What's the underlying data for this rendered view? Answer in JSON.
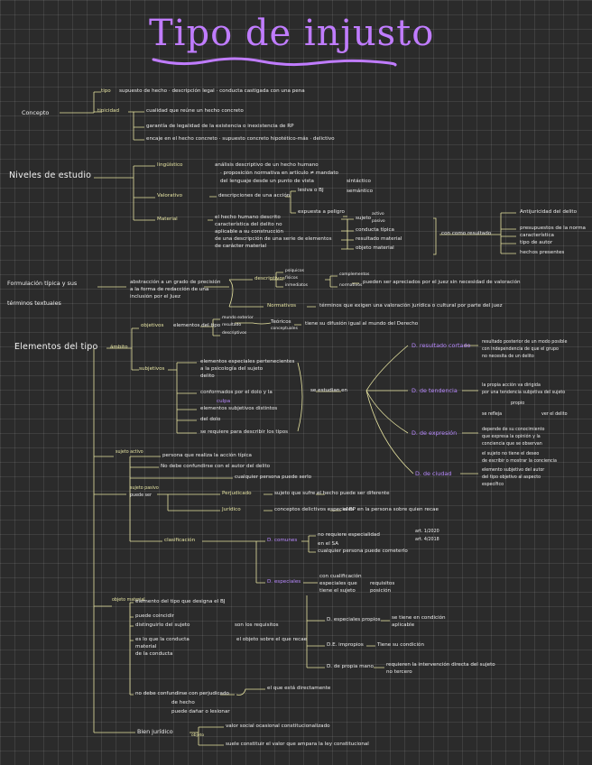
{
  "title": "Tipo de injusto",
  "concepto": {
    "label": "Concepto",
    "tipo": "tipo",
    "tipo_text": "supuesto de hecho · descripción legal · conducta castigada con una pena",
    "tipicidad": "tipicidad",
    "tip_1": "cualidad que reúne un hecho concreto",
    "tip_2": "garantía de legalidad de la existencia o inexistencia de RP",
    "tip_3": "encaje en el hecho concreto · supuesto concreto hipotético-más · delictivo"
  },
  "niveles": {
    "label": "Niveles de estudio",
    "lingu": "lingüístico",
    "lingu_1": "análisis descriptivo de un hecho humano",
    "lingu_2": "· proposición normativa en artículo ≠ mandato",
    "lingu_3": "del lenguaje desde un punto de vista",
    "sintactico": "sintáctico",
    "semantico": "semántico",
    "valorativo": "Valorativo",
    "val_1": "descripciones de una acción",
    "lesiva": "lesiva o BJ",
    "expuesta": "expuesta a peligro",
    "material": "Material",
    "mat_1": "el hecho humano descrito",
    "mat_2": "característica del delito no",
    "mat_3": "aplicable a su construcción",
    "mat_4": "de una descripción de una serie de elementos",
    "mat_5": "de carácter material",
    "sujeto": "sujeto",
    "conducta": "conducta típica",
    "resultado": "resultado material",
    "objeto": "objeto material",
    "sub_a": "activo",
    "sub_b": "pasivo",
    "con_como": "con como resultado",
    "r1": "Antijuricidad del delito",
    "r2": "presupuestos de la norma",
    "r3": "característica",
    "r4": "tipo de autor",
    "r5": "hechos presentes"
  },
  "formulacion": {
    "label_1": "Formulación típica y sus",
    "label_2": "términos textuales",
    "text_1": "abstracción a un grado de precisión",
    "text_2": "a la forma de redacción de una",
    "text_3": "inclusión por el Juez",
    "desc": "descriptivos",
    "desc_a": "psíquicos",
    "desc_b": "físicos",
    "desc_c": "inmediatos",
    "desc_d": "complementos",
    "desc_e": "normativos",
    "desc_text": "pueden ser apreciados por el juez sin necesidad de valoración",
    "norm": "Normativos",
    "norm_text": "términos que exigen una valoración jurídica o cultural por parte del juez"
  },
  "elementos": {
    "label": "Elementos del tipo",
    "ambito": "ámbito",
    "objetivos": "objetivos",
    "obj_sub": "elementos del tipo",
    "obj_a": "mundo exterior",
    "obj_b": "resultado",
    "obj_c": "descriptivos",
    "teoricos": "Teóricos",
    "conceptuales": "conceptuales",
    "teo_text": "tiene su difusión igual al mundo del Derecho",
    "subjetivos": "subjetivos",
    "sub_1": "elementos especiales pertenecientes",
    "sub_2": "a la psicología del sujeto",
    "sub_3": "delito",
    "sub_4": "conformados por el dolo y la",
    "sub_5": "culpa",
    "sub_6": "elementos subjetivos distintos",
    "sub_7": "del dolo",
    "sub_8": "se requiere para describir los tipos",
    "se_estudian": "se estudian en",
    "d1": "D. resultado cortado",
    "d1_text_1": "resultado posterior de un modo posible",
    "d1_text_2": "con independencia de que el grupo",
    "d1_text_3": "no necesita de un delito",
    "d2": "D. de tendencia",
    "d2_text_1": "la propia acción va dirigida",
    "d2_text_2": "por una tendencia subjetiva del sujeto",
    "d2_text_3": "propio",
    "d2_text_4": "se refleja",
    "d2_text_5": "ver el delito",
    "d3": "D. de expresión",
    "d3_text_1": "depende de su conocimiento",
    "d3_text_2": "que expresa la opinión y la",
    "d3_text_3": "conciencia que se observan",
    "d3_text_4": "el sujeto no tiene el deseo",
    "d3_text_5": "de escribir o mostrar la conciencia",
    "d4": "D. de ciudad",
    "d4_text_1": "elemento subjetivo del autor",
    "d4_text_2": "del tipo objetivo al aspecto",
    "d4_text_3": "específico",
    "sujeto": "sujeto activo",
    "suj_1": "persona que realiza la acción típica",
    "suj_2": "No debe confundirse con el autor del delito",
    "suj_3": "cualquier persona puede serlo",
    "sujeto_pasivo": "sujeto pasivo",
    "suj_4": "puede ser",
    "perjudicado": "Perjudicado",
    "perj_text": "sujeto que sufre el hecho puede ser diferente",
    "juridico": "Jurídico",
    "jur_text": "conceptos delictivos especiales",
    "jur_text_2": "el BP en la persona sobre quien recae",
    "clasificacion": "clasificación",
    "comunes": "D. comunes",
    "com_text_1": "no requiere especialidad",
    "com_text_2": "en el SA",
    "com_text_3": "cualquier persona puede cometerlo",
    "art_1": "art. 1/2020",
    "art_2": "art. 4/2018",
    "especiales": "D. especiales",
    "esp_text_1": "con cualificación",
    "esp_text_2": "especiales que",
    "esp_text_3": "tiene el sujeto",
    "esp_text_4": "requisitos",
    "esp_text_5": "posición",
    "prop": "D. especiales propios",
    "prop_1": "se tiene en condición",
    "prop_2": "aplicable",
    "impropio": "D.E. impropios",
    "imp_text": "Tiene su condición",
    "prop_mano": "D. de propia mano",
    "pm_text_1": "requieren la intervención directa del sujeto",
    "pm_text_2": "no tercero",
    "objeto": "objeto material",
    "ob_1": "elemento del tipo que designa el BJ",
    "ob_2": "puede coincidir",
    "ob_3": "distinguirlo del sujeto",
    "ob_4": "son los requisitos",
    "ob_5": "es lo que la conducta",
    "ob_6": "el objeto sobre el que recae",
    "ob_7": "material",
    "ob_8": "de la conducta",
    "ob_9": "no debe confundirse con perjudicado",
    "ob_10": "el que está directamente",
    "ob_11": "de hecho",
    "ob_12": "puede dañar o lesionar",
    "bien": "Bien jurídico",
    "bien_sub": "objeto",
    "bien_1": "valor social ocasional constitucionalizado",
    "bien_2": "suele constituir el valor que ampara la ley constitucional"
  }
}
